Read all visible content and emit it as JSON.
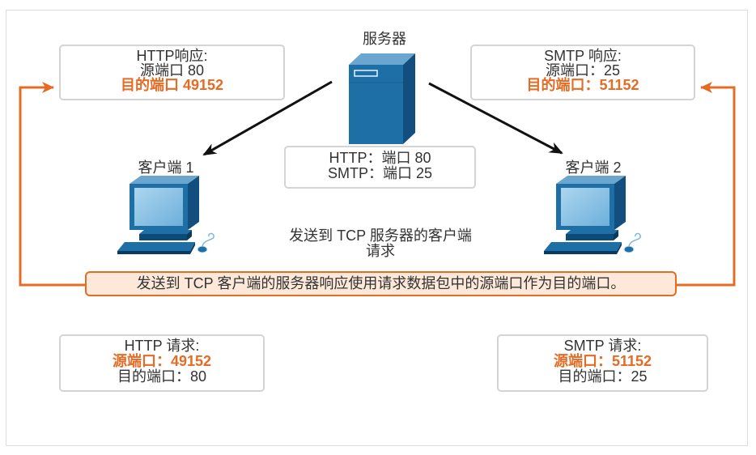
{
  "server": {
    "label": "服务器"
  },
  "server_ports": {
    "http": "HTTP：端口 80",
    "smtp": "SMTP：端口 25"
  },
  "http_response": {
    "title": "HTTP响应:",
    "source_port": "源端口 80",
    "dest_port": "目的端口 49152"
  },
  "smtp_response": {
    "title": "SMTP 响应:",
    "source_port": "源端口：25",
    "dest_port": "目的端口：51152"
  },
  "client1": {
    "label": "客户端 1"
  },
  "client2": {
    "label": "客户端 2"
  },
  "request_caption": {
    "line1": "发送到 TCP 服务器的客户端",
    "line2": "请求"
  },
  "note_bar": {
    "text": "发送到 TCP 客户端的服务器响应使用请求数据包中的源端口作为目的端口。"
  },
  "http_request": {
    "title": "HTTP 请求:",
    "source_port": "源端口：49152",
    "dest_port": "目的端口：80"
  },
  "smtp_request": {
    "title": "SMTP 请求:",
    "source_port": "源端口：51152",
    "dest_port": "目的端口：25"
  },
  "icons": {
    "server": "server-icon",
    "client": "workstation-icon",
    "request_arrow": "arrow-icon",
    "response_arrow": "arrow-icon"
  },
  "colors": {
    "accent": "#e46c25",
    "note_fill": "#fde8da",
    "icon_blue": "#1f6fa7",
    "icon_dark": "#124f7e",
    "icon_light": "#6aa6d0",
    "text": "#333333",
    "box_border": "#d4d4d4"
  }
}
